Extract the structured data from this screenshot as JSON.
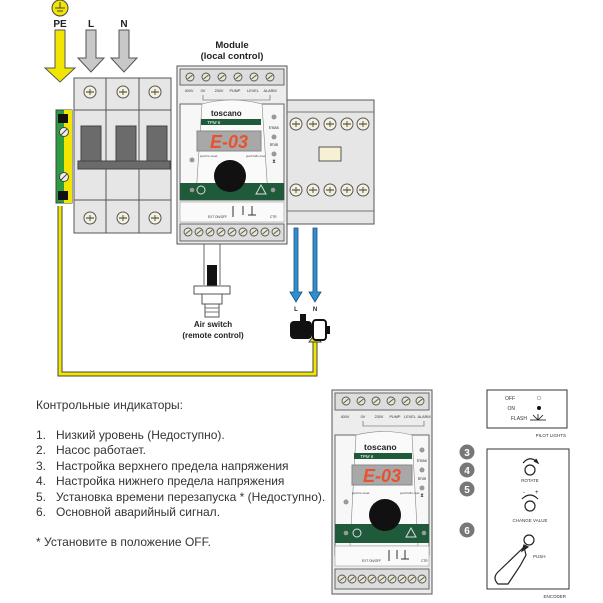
{
  "diagram": {
    "supply_labels": {
      "pe": "PE",
      "l": "L",
      "n": "N"
    },
    "module_title": "Module",
    "module_subtitle": "(local control)",
    "module": {
      "brand": "toscano",
      "model": "TPM 6",
      "display": "E-03",
      "top_terminals": [
        "400V",
        "0V",
        "230V",
        "PUMP",
        "LEVEL",
        "ALARM"
      ],
      "indicators": [
        "Imax",
        "Imin",
        "⧗"
      ],
      "knob_left_label": "push to reset",
      "knob_right_label": "push hi/lo max",
      "bottom_labels": [
        "EXT ON/OFF",
        "",
        "",
        "",
        "CTR"
      ],
      "display_color": "#e8522e",
      "panel_color": "#1f5a3a"
    },
    "pump_labels": {
      "l": "L",
      "n": "N"
    },
    "air_switch_title": "Air switch",
    "air_switch_subtitle": "(remote control)",
    "wire_colors": {
      "pe": "#f2e600",
      "supply": "#c8c8c8",
      "pump": "#2f8fd0"
    }
  },
  "legend": {
    "title": "Контрольные индикаторы:",
    "items": [
      {
        "num": "1.",
        "text": "Низкий уровень (Недоступно)."
      },
      {
        "num": "2.",
        "text": "Насос работает."
      },
      {
        "num": "3.",
        "text": "Настройка верхнего предела напряжения"
      },
      {
        "num": "4.",
        "text": "Настройка нижнего предела напряжения"
      },
      {
        "num": "5.",
        "text": "Установка времени перезапуска * (Недоступно)."
      },
      {
        "num": "6.",
        "text": "Основной аварийный сигнал."
      }
    ],
    "note": "* Установите в положение OFF."
  },
  "callouts": [
    "3",
    "4",
    "5",
    "6"
  ],
  "pilot_lights": {
    "rows": [
      {
        "label": "OFF"
      },
      {
        "label": "ON"
      },
      {
        "label": "FLASH"
      }
    ],
    "caption": "PILOT LIGHTS"
  },
  "encoder": {
    "actions": [
      "ROTATE",
      "CHANGE VALUE",
      "PUSH"
    ],
    "caption": "ENCODER",
    "minus": "-",
    "plus": "+"
  }
}
